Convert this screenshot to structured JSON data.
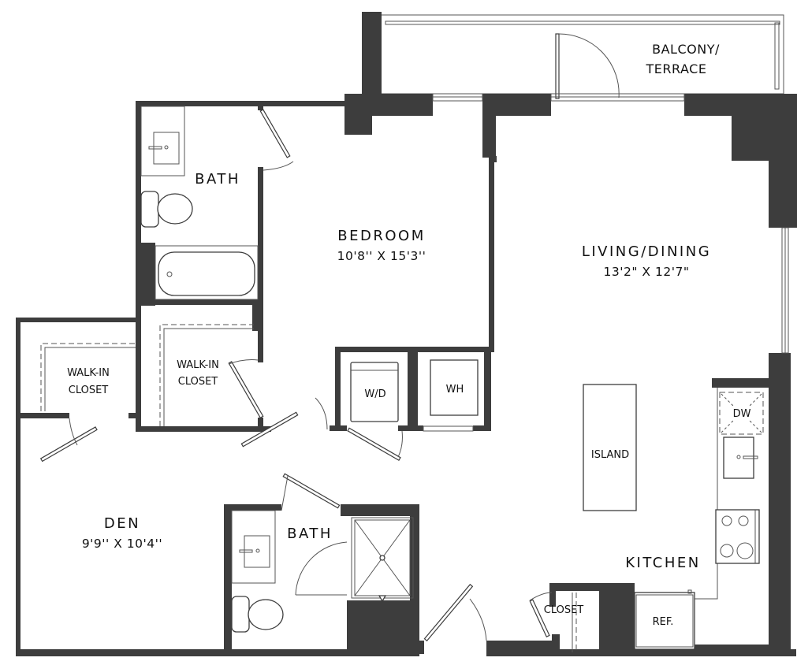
{
  "floorplan": {
    "colors": {
      "wall": "#3d3d3d",
      "background": "#ffffff",
      "text": "#111111"
    },
    "rooms": {
      "balcony": {
        "label_line1": "BALCONY/",
        "label_line2": "TERRACE"
      },
      "bedroom": {
        "label": "BEDROOM",
        "dimensions": "10'8'' X 15'3''"
      },
      "living_dining": {
        "label": "LIVING/DINING",
        "dimensions": "13'2\" X 12'7\""
      },
      "bath_upper": {
        "label": "BATH"
      },
      "bath_lower": {
        "label": "BATH"
      },
      "walk_in_closet_left": {
        "label_line1": "WALK-IN",
        "label_line2": "CLOSET"
      },
      "walk_in_closet_center": {
        "label_line1": "WALK-IN",
        "label_line2": "CLOSET"
      },
      "den": {
        "label": "DEN",
        "dimensions": "9'9'' X 10'4''"
      },
      "kitchen": {
        "label": "KITCHEN"
      },
      "closet": {
        "label": "CLOSET"
      }
    },
    "fixtures": {
      "washer_dryer": "W/D",
      "water_heater": "WH",
      "island": "ISLAND",
      "dishwasher": "DW",
      "refrigerator": "REF."
    }
  }
}
